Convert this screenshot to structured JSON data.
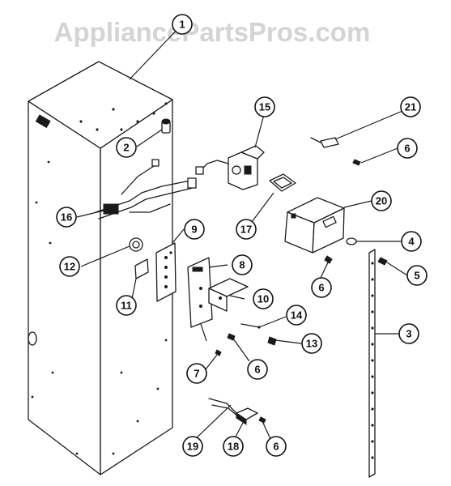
{
  "watermark": "AppliancePartsPros.com",
  "callouts": [
    {
      "label": "1"
    },
    {
      "label": "2"
    },
    {
      "label": "3"
    },
    {
      "label": "4"
    },
    {
      "label": "5"
    },
    {
      "label": "6"
    },
    {
      "label": "6"
    },
    {
      "label": "6"
    },
    {
      "label": "6"
    },
    {
      "label": "7"
    },
    {
      "label": "8"
    },
    {
      "label": "9"
    },
    {
      "label": "10"
    },
    {
      "label": "11"
    },
    {
      "label": "12"
    },
    {
      "label": "13"
    },
    {
      "label": "14"
    },
    {
      "label": "15"
    },
    {
      "label": "16"
    },
    {
      "label": "17"
    },
    {
      "label": "18"
    },
    {
      "label": "19"
    },
    {
      "label": "20"
    },
    {
      "label": "21"
    }
  ],
  "colors": {
    "ink": "#1a1a1a",
    "watermark": "#d4d4d4",
    "background": "#ffffff"
  }
}
